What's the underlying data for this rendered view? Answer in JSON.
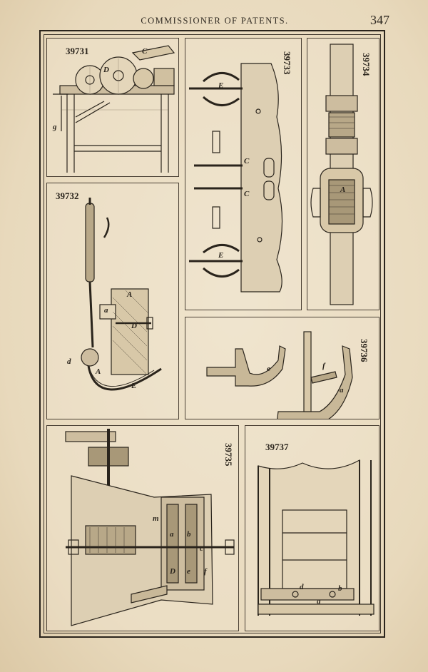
{
  "header": {
    "title": "COMMISSIONER OF PATENTS.",
    "page_number": "347"
  },
  "figures": [
    {
      "number": "39731",
      "letters": [
        "C",
        "D",
        "g"
      ]
    },
    {
      "number": "39733",
      "letters": [
        "E",
        "C",
        "C",
        "E"
      ]
    },
    {
      "number": "39734",
      "letters": [
        "A"
      ]
    },
    {
      "number": "39732",
      "letters": [
        "A",
        "a",
        "D",
        "A",
        "E",
        "d"
      ]
    },
    {
      "number": "39736",
      "letters": [
        "e",
        "f",
        "a"
      ]
    },
    {
      "number": "39735",
      "letters": [
        "m",
        "a",
        "b",
        "c",
        "D",
        "e",
        "f"
      ]
    },
    {
      "number": "39737",
      "letters": [
        "d",
        "a",
        "b"
      ]
    }
  ]
}
